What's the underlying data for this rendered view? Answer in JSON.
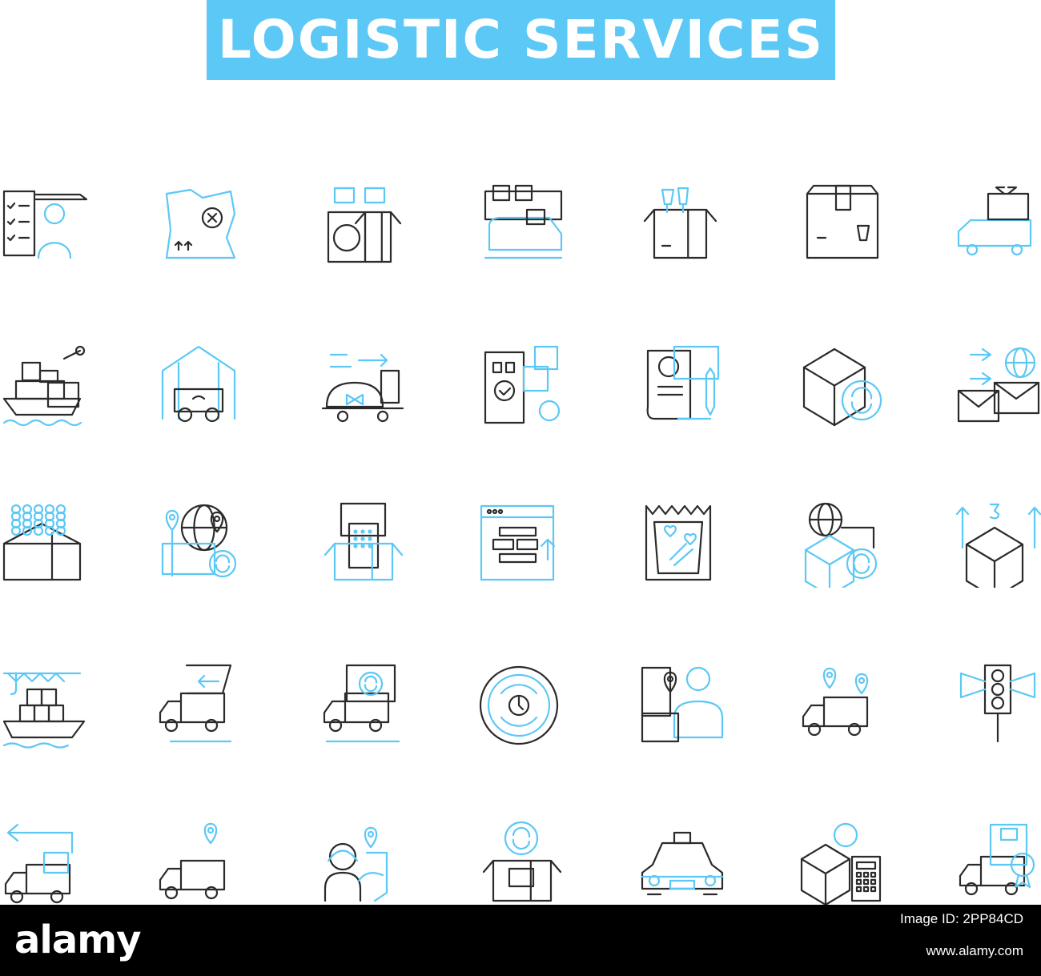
{
  "title": "LOGISTIC SERVICES",
  "colors": {
    "accent": "#5bc8f5",
    "line": "#2b2b2b",
    "footer": "#000000"
  },
  "footer": {
    "logo": "alamy",
    "image_id": "Image ID: 2PP84CD",
    "url": "www.alamy.com"
  },
  "icons": [
    [
      "checklist-courier-icon",
      "crumpled-map-icon",
      "confused-boy-package-icon",
      "train-cargo-icon",
      "fragile-glass-box-icon",
      "fragile-parcel-icon",
      "gift-truck-icon"
    ],
    [
      "cargo-ship-crane-icon",
      "automated-warehouse-icon",
      "express-food-truck-icon",
      "mobile-app-payment-icon",
      "invoice-pen-icon",
      "box-refresh-icon",
      "email-globe-icon"
    ],
    [
      "bubble-wrap-box-icon",
      "global-location-box-icon",
      "packed-box-icon",
      "web-page-upload-icon",
      "paper-bag-hearts-icon",
      "globe-box-refresh-icon",
      "box-lift-icon"
    ],
    [
      "port-ship-containers-icon",
      "return-truck-icon",
      "cycle-truck-icon",
      "time-cycle-icon",
      "phone-location-person-icon",
      "truck-route-icon",
      "traffic-light-icon"
    ],
    [
      "return-delivery-truck-icon",
      "truck-location-icon",
      "courier-location-icon",
      "24h-box-icon",
      "taxi-car-icon",
      "box-cost-calculator-icon",
      "certified-truck-icon"
    ]
  ]
}
